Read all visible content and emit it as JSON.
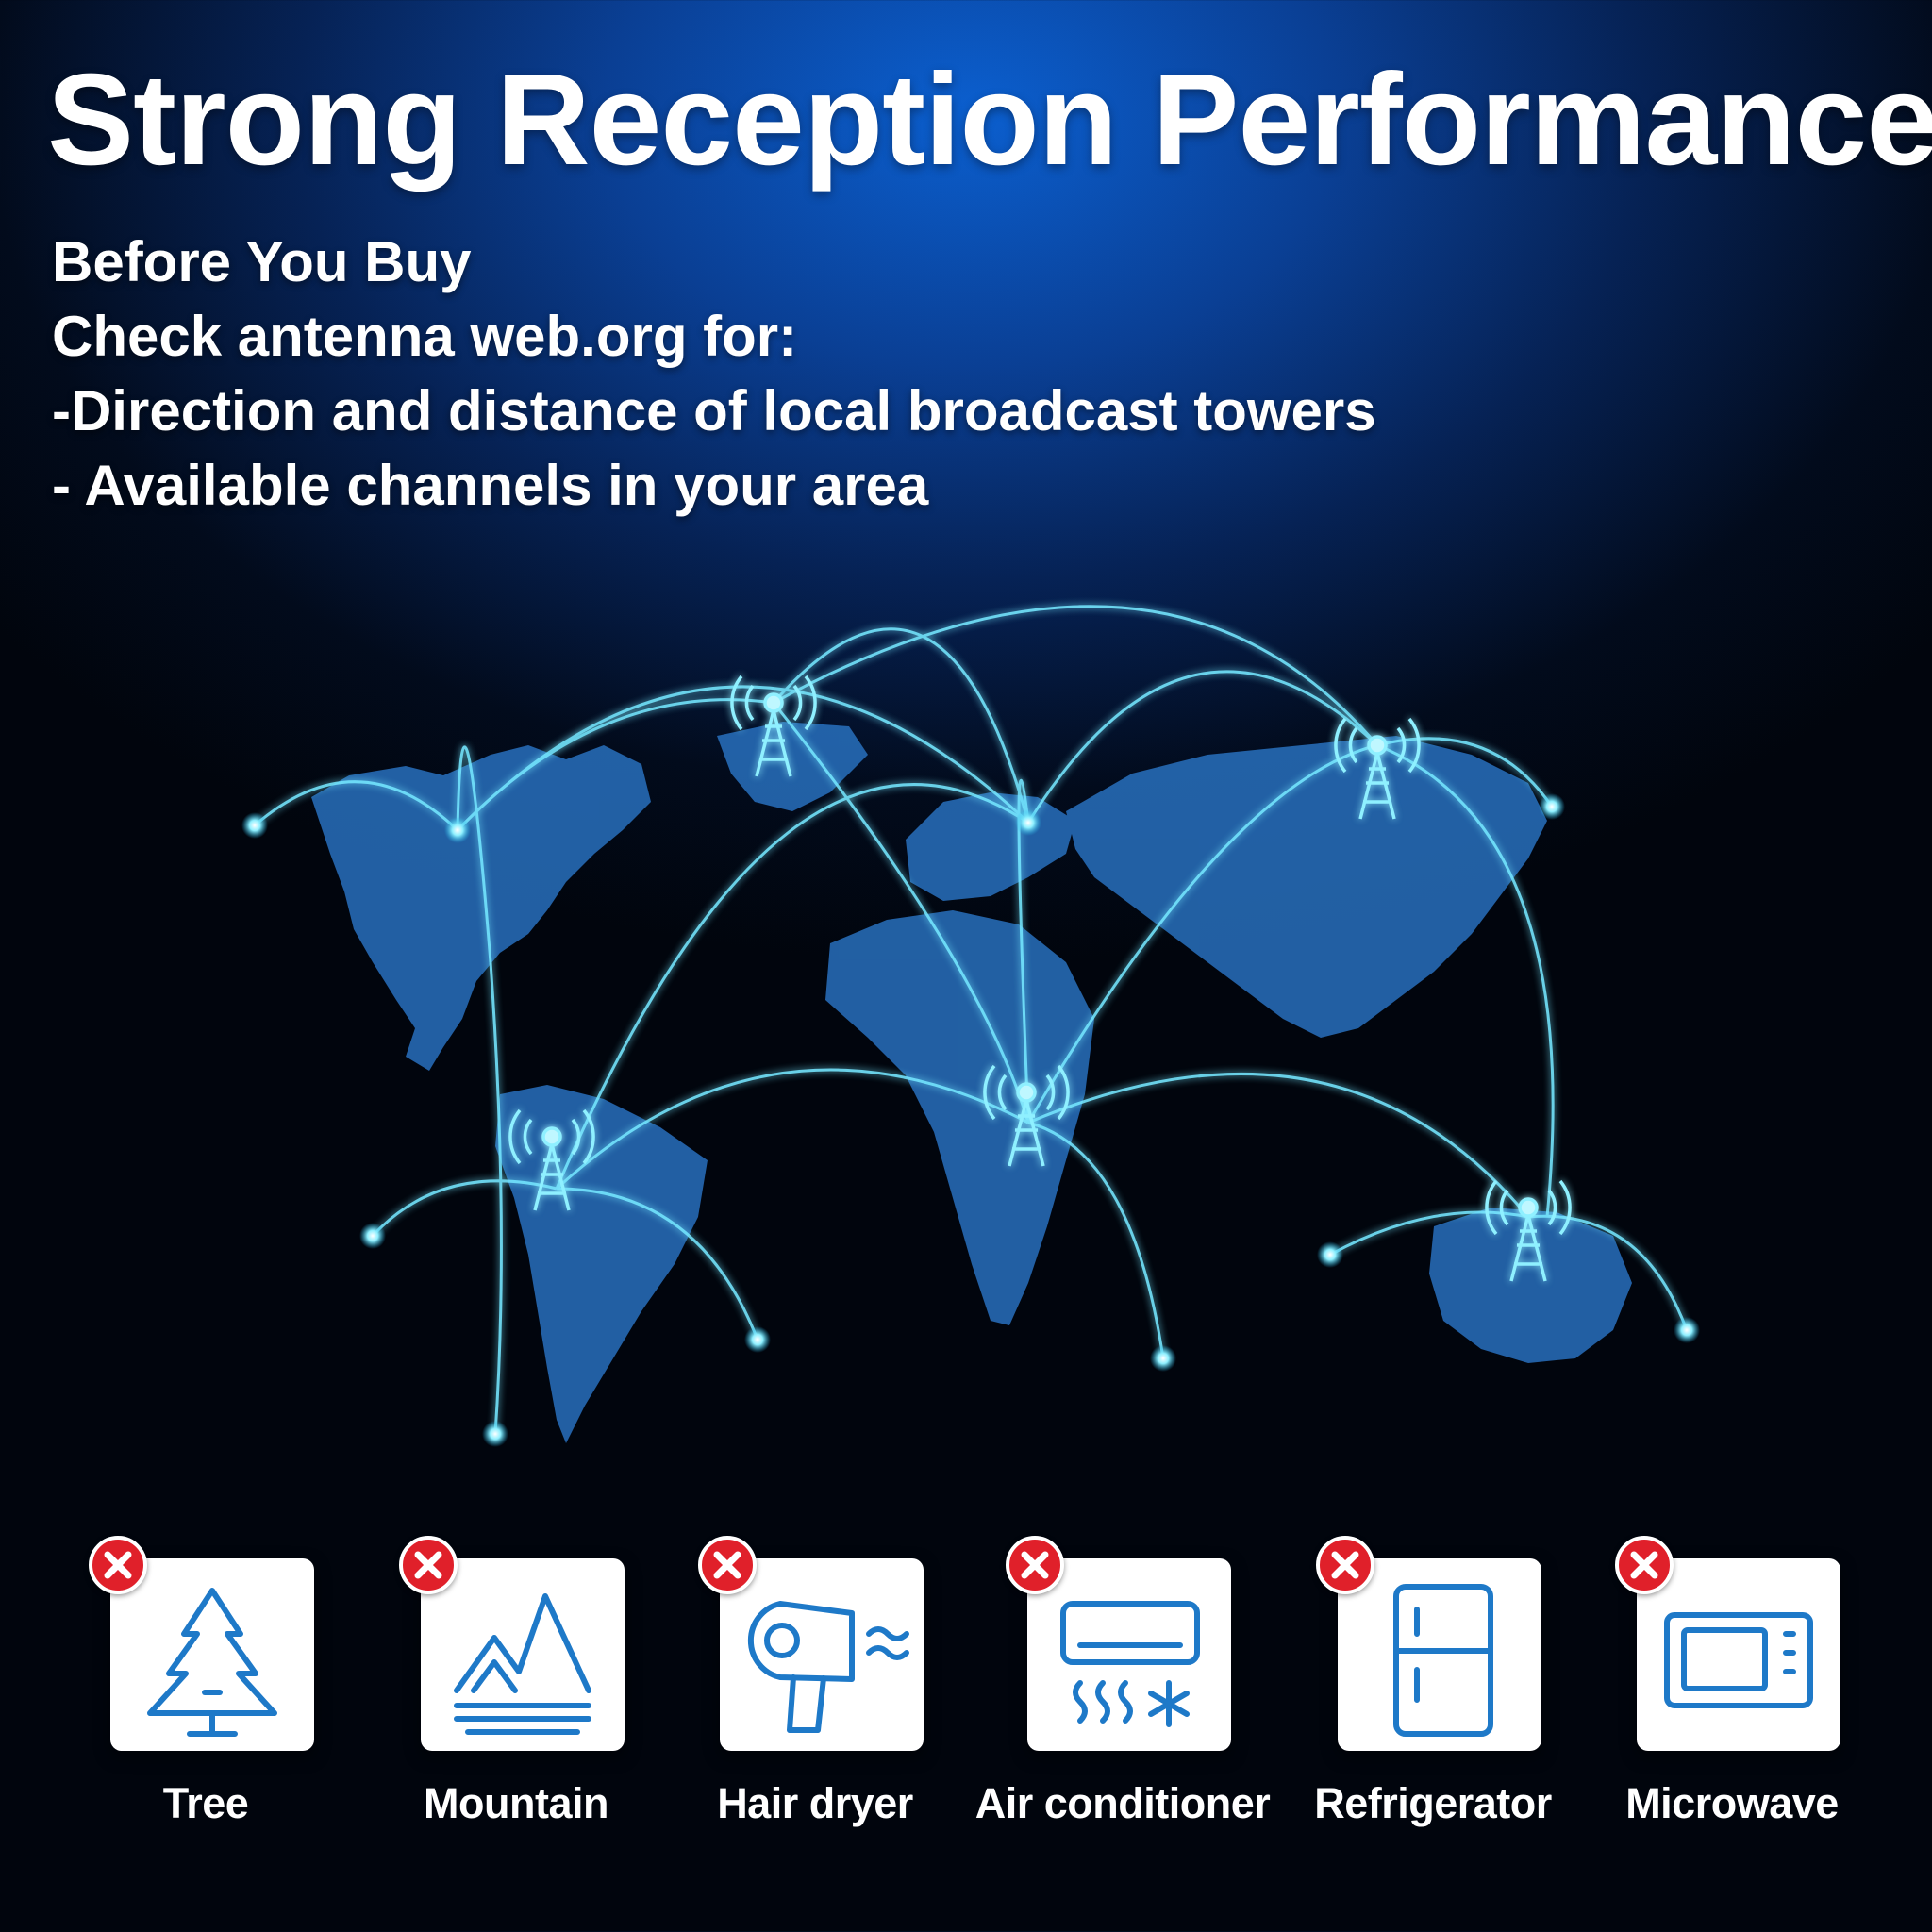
{
  "title": "Strong Reception Performance",
  "intro": {
    "lines": [
      "Before You Buy",
      "Check antenna web.org for:",
      "-Direction and distance of local broadcast towers",
      "- Available channels in your area"
    ]
  },
  "colors": {
    "accent": "#1e79c8",
    "glow": "#6fe6ff",
    "land": "#2a74c4",
    "badge": "#e0202a"
  },
  "interferers": [
    {
      "label": "Tree",
      "icon": "tree-icon"
    },
    {
      "label": "Mountain",
      "icon": "mountain-icon"
    },
    {
      "label": "Hair dryer",
      "icon": "hair-dryer-icon"
    },
    {
      "label": "Air conditioner",
      "icon": "air-conditioner-icon"
    },
    {
      "label": "Refrigerator",
      "icon": "refrigerator-icon"
    },
    {
      "label": "Microwave",
      "icon": "microwave-icon"
    }
  ]
}
